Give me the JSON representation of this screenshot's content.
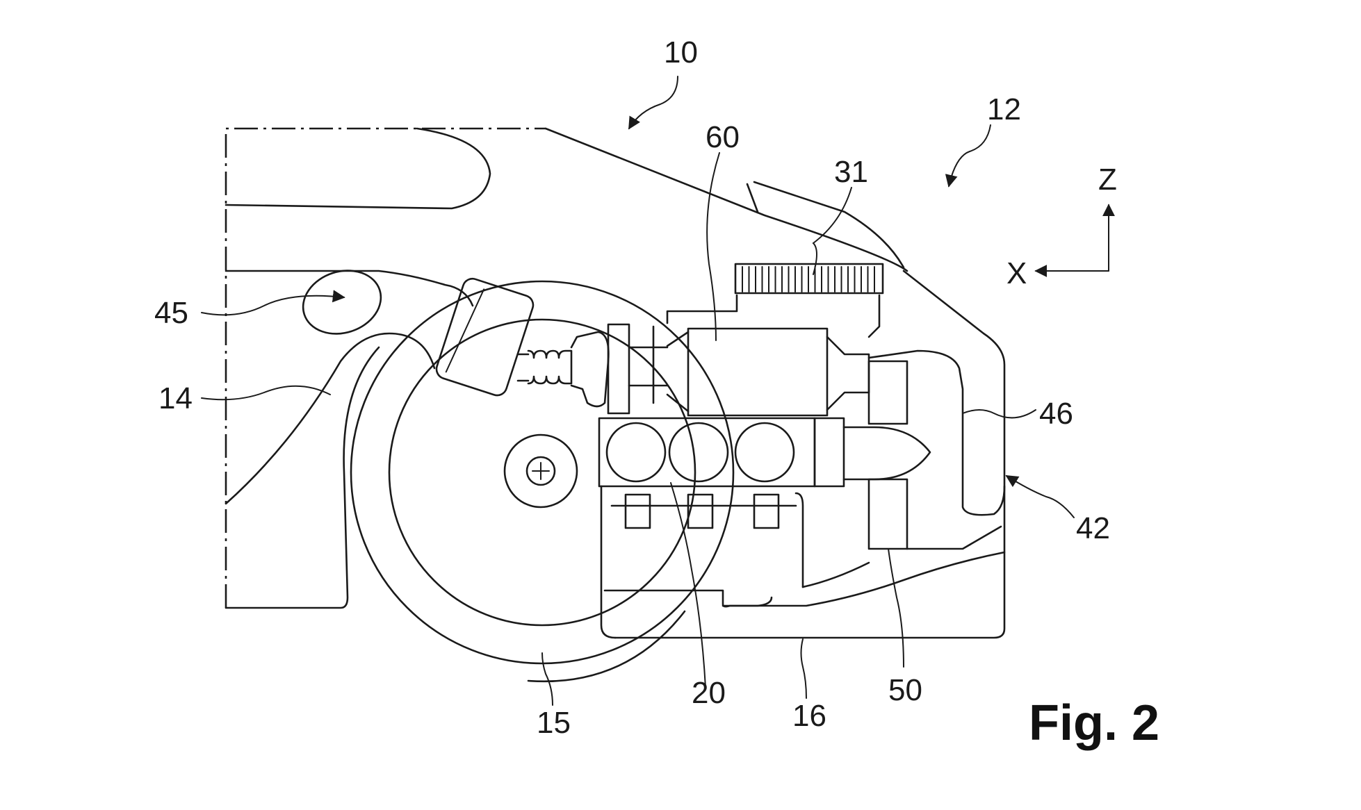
{
  "figure": {
    "caption": "Fig. 2"
  },
  "reference_numerals": {
    "r10": "10",
    "r12": "12",
    "r60": "60",
    "r31": "31",
    "r45": "45",
    "r14": "14",
    "r46": "46",
    "r42": "42",
    "r15": "15",
    "r20": "20",
    "r16": "16",
    "r50": "50"
  },
  "axes": {
    "z_label": "Z",
    "x_label": "X"
  }
}
